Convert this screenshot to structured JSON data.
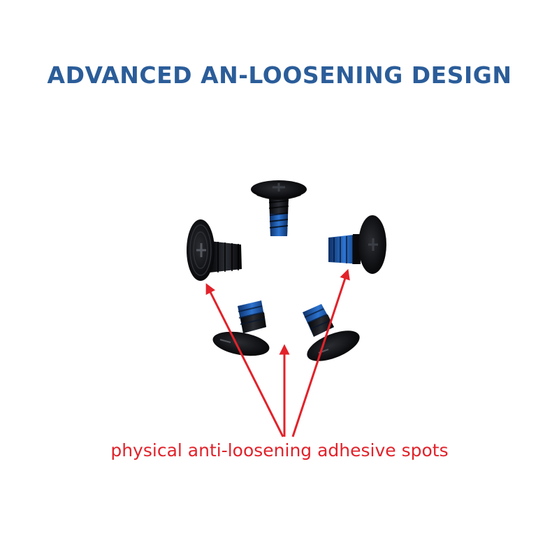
{
  "headline": "ADVANCED AN-LOOSENING DESIGN",
  "caption": "physical anti-loosening adhesive spots",
  "colors": {
    "headline": "#2b5d99",
    "caption": "#e2222a",
    "arrows": "#e2222a",
    "screw_body": "#0e0f12",
    "adhesive": "#1f5fb8"
  },
  "screw_count": 5,
  "arrow_count": 3
}
